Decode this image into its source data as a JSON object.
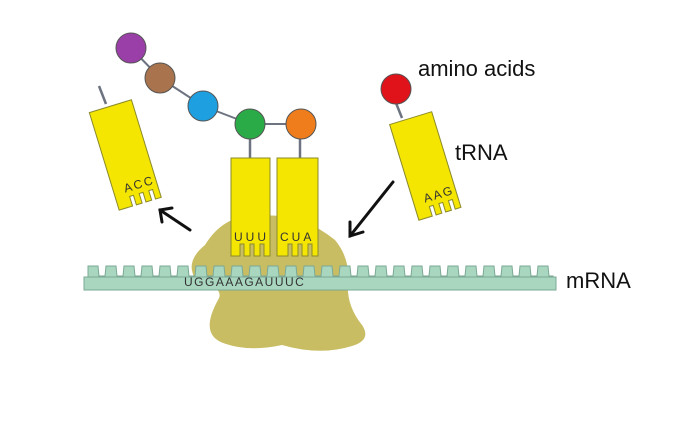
{
  "labels": {
    "amino_acids": "amino acids",
    "trna": "tRNA",
    "mrna": "mRNA"
  },
  "codons": {
    "mrna_sequence": "UGGAAAGAUUUC",
    "anticodon_exiting": "ACC",
    "anticodon_p_site": "UUU",
    "anticodon_a_site": "CUA",
    "anticodon_incoming": "AAG"
  },
  "amino_acid_colors": [
    "#9b3fa8",
    "#a9734e",
    "#1e9fe0",
    "#2bab47",
    "#f07d1c",
    "#e0121a"
  ],
  "colors": {
    "trna": "#f4e600",
    "ribosome": "#c9bd63",
    "mrna": "#a8d6bf",
    "stem": "#6d7380",
    "arrow": "#111111"
  }
}
